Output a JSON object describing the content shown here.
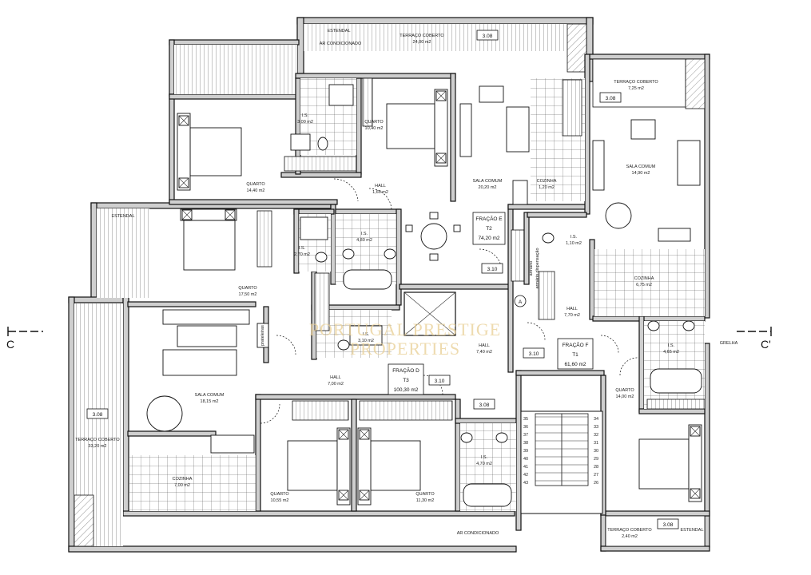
{
  "plan": {
    "section_left": "C",
    "section_right": "C'",
    "watermark_line1": "PORTUGAL PRESTIGE",
    "watermark_line2": "PROPERTIES",
    "notes": {
      "estendal_top": "ESTENDAL",
      "estendal_left": "ESTENDAL",
      "estendal_bottom": "ESTENDAL",
      "ac_top": "AR CONDICIONADO",
      "ac_bottom": "AR CONDICIONADO",
      "grelha": "GRELHA",
      "armario": "armário",
      "armario_dep": "armário dispensação",
      "prateleiras": "prateleiras",
      "a_mark": "A"
    },
    "levels": {
      "top": "3.08",
      "right_top": "3.08",
      "left": "3.08",
      "bottom_right": "3.08",
      "center_e": "3.10",
      "center_f": "3.10",
      "center_d": "3.10",
      "stair": "3.08"
    },
    "fractions": {
      "e": {
        "name": "FRAÇÃO E",
        "type": "T2",
        "area": "74,20 m2"
      },
      "f": {
        "name": "FRAÇÃO F",
        "type": "T1",
        "area": "61,60 m2"
      },
      "d": {
        "name": "FRAÇÃO D",
        "type": "T3",
        "area": "100,30 m2"
      }
    },
    "rooms": {
      "terraco_top": {
        "name": "TERRAÇO COBERTO",
        "area": "24,00 m2"
      },
      "terraco_right_top": {
        "name": "TERRAÇO COBERTO",
        "area": "7,25 m2"
      },
      "terraco_left": {
        "name": "TERRAÇO COBERTO",
        "area": "33,20 m2"
      },
      "terraco_bottom_right": {
        "name": "TERRAÇO COBERTO",
        "area": "2,40 m2"
      },
      "quarto_e1": {
        "name": "QUARTO",
        "area": "14,40 m2"
      },
      "is_e1": {
        "name": "I.S.",
        "area": "3,00 m2"
      },
      "quarto_e2": {
        "name": "QUARTO",
        "area": "10,40 m2"
      },
      "hall_e": {
        "name": "HALL",
        "area": "1,60 m2"
      },
      "sala_e": {
        "name": "SALA COMUM",
        "area": "20,20 m2"
      },
      "cozinha_e": {
        "name": "COZINHA",
        "area": "1,20 m2"
      },
      "sala_f": {
        "name": "SALA COMUM",
        "area": "14,90 m2"
      },
      "is_f_small": {
        "name": "I.S.",
        "area": "1,10 m2"
      },
      "cozinha_f": {
        "name": "COZINHA",
        "area": "6,75 m2"
      },
      "hall_f": {
        "name": "HALL",
        "area": "7,70 m2"
      },
      "is_f": {
        "name": "I.S.",
        "area": "4,65 m2"
      },
      "quarto_f": {
        "name": "QUARTO",
        "area": "14,00 m2"
      },
      "is_d1": {
        "name": "I.S.",
        "area": "2,70 m2"
      },
      "is_d2": {
        "name": "I.S.",
        "area": "4,80 m2"
      },
      "quarto_d1": {
        "name": "QUARTO",
        "area": "17,50 m2"
      },
      "is_d3": {
        "name": "I.S.",
        "area": "3,10 m2"
      },
      "hall_d_small": {
        "name": "HALL",
        "area": "7,40 m2"
      },
      "sala_d": {
        "name": "SALA COMUM",
        "area": "18,15 m2"
      },
      "hall_d": {
        "name": "HALL",
        "area": "7,00 m2"
      },
      "cozinha_d": {
        "name": "COZINHA",
        "area": "7,00 m2"
      },
      "quarto_d2": {
        "name": "QUARTO",
        "area": "10,55 m2"
      },
      "quarto_d3": {
        "name": "QUARTO",
        "area": "11,30 m2"
      },
      "is_d4": {
        "name": "I.S.",
        "area": "4,70 m2"
      }
    },
    "stair_left": [
      "35",
      "36",
      "37",
      "38",
      "39",
      "40",
      "41",
      "42",
      "43"
    ],
    "stair_right": [
      "34",
      "33",
      "32",
      "31",
      "30",
      "29",
      "28",
      "27",
      "26"
    ]
  }
}
